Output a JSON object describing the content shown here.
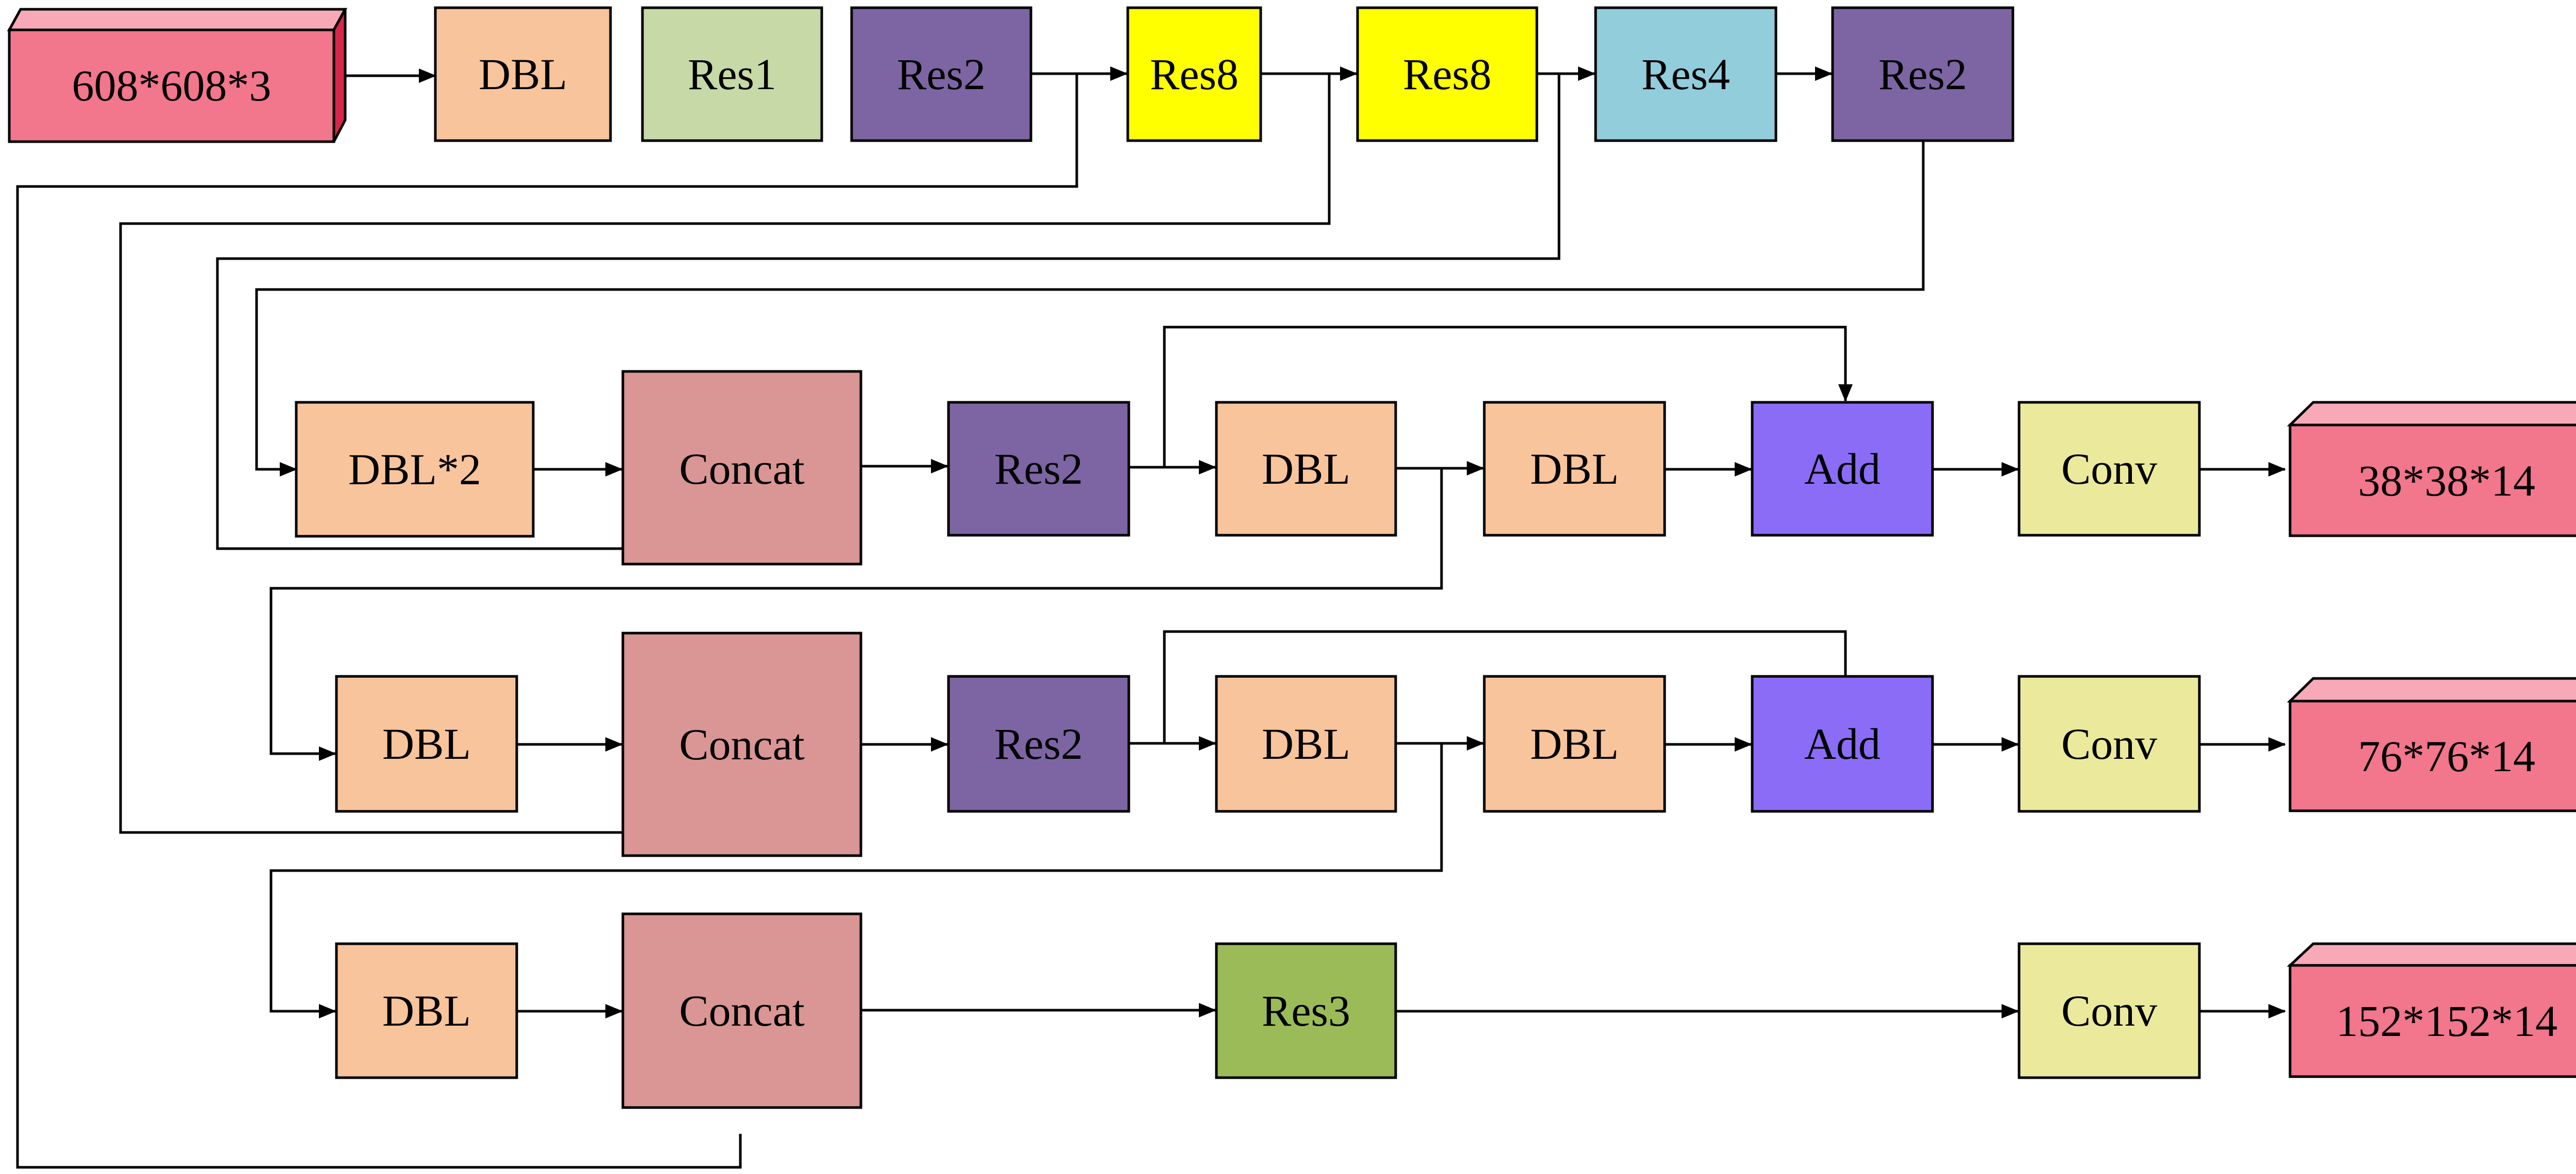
{
  "blocks": {
    "input": {
      "label": "608*608*3",
      "color": "#f2768c",
      "top": "#f8a9b8",
      "side": "#d8264b"
    },
    "b_dbl": {
      "label": "DBL",
      "color": "#f8c49c"
    },
    "b_res1": {
      "label": "Res1",
      "color": "#c6d9a6"
    },
    "b_res2": {
      "label": "Res2",
      "color": "#7d65a3"
    },
    "b_res8a": {
      "label": "Res8",
      "color": "#ffff00"
    },
    "b_res8b": {
      "label": "Res8",
      "color": "#ffff00"
    },
    "b_res4": {
      "label": "Res4",
      "color": "#92cddc"
    },
    "b_res2b": {
      "label": "Res2",
      "color": "#7d65a3"
    },
    "r1_dbl2": {
      "label": "DBL*2",
      "color": "#f8c49c"
    },
    "r1_concat": {
      "label": "Concat",
      "color": "#d99694"
    },
    "r1_res2": {
      "label": "Res2",
      "color": "#7d65a3"
    },
    "r1_dbl_a": {
      "label": "DBL",
      "color": "#f8c49c"
    },
    "r1_dbl_b": {
      "label": "DBL",
      "color": "#f8c49c"
    },
    "r1_add": {
      "label": "Add",
      "color": "#8b6cf7"
    },
    "r1_conv": {
      "label": "Conv",
      "color": "#ebea9c"
    },
    "out1": {
      "label": "38*38*14",
      "color": "#f2768c",
      "top": "#f8a9b8",
      "side": "#d8264b"
    },
    "r2_dbl": {
      "label": "DBL",
      "color": "#f8c49c"
    },
    "r2_concat": {
      "label": "Concat",
      "color": "#d99694"
    },
    "r2_res2": {
      "label": "Res2",
      "color": "#7d65a3"
    },
    "r2_dbl_a": {
      "label": "DBL",
      "color": "#f8c49c"
    },
    "r2_dbl_b": {
      "label": "DBL",
      "color": "#f8c49c"
    },
    "r2_add": {
      "label": "Add",
      "color": "#8b6cf7"
    },
    "r2_conv": {
      "label": "Conv",
      "color": "#ebea9c"
    },
    "out2": {
      "label": "76*76*14",
      "color": "#f2768c",
      "top": "#f8a9b8",
      "side": "#d8264b"
    },
    "r3_dbl": {
      "label": "DBL",
      "color": "#f8c49c"
    },
    "r3_concat": {
      "label": "Concat",
      "color": "#d99694"
    },
    "r3_res3": {
      "label": "Res3",
      "color": "#9bbb59"
    },
    "r3_conv": {
      "label": "Conv",
      "color": "#ebea9c"
    },
    "out3": {
      "label": "152*152*14",
      "color": "#f2768c",
      "top": "#f8a9b8",
      "side": "#d8264b"
    }
  },
  "line_color": "#000000"
}
